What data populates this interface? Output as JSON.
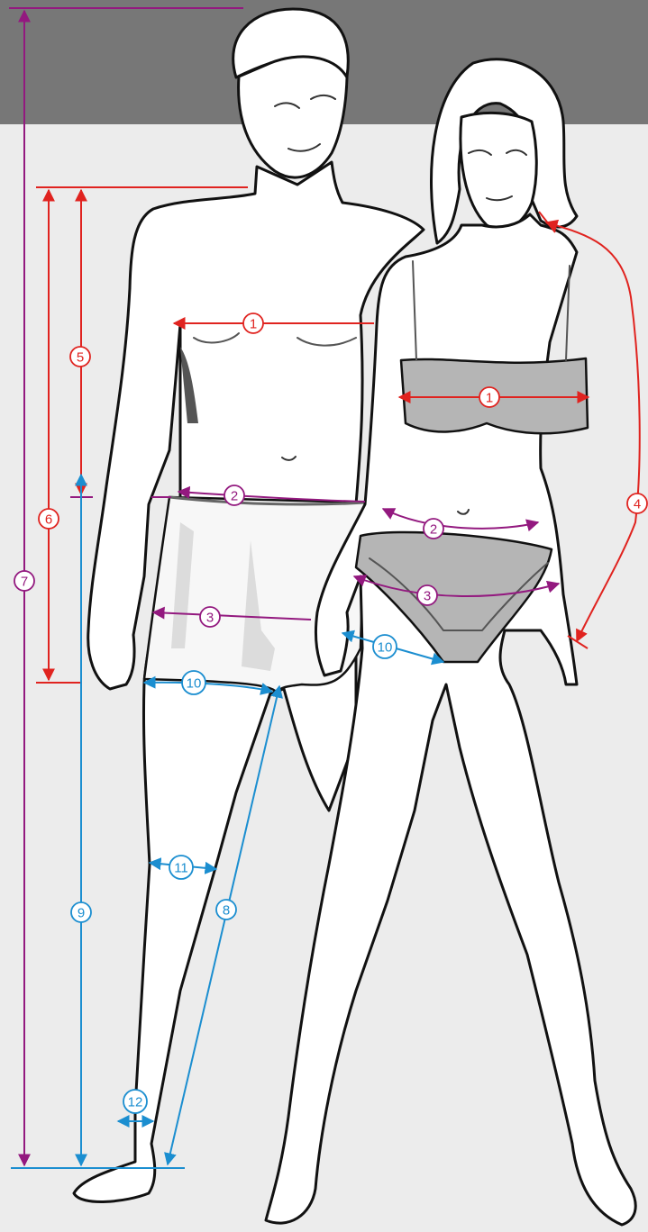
{
  "colors": {
    "background_top": "#777777",
    "background": "#ececec",
    "red": "#e0231f",
    "purple": "#93197f",
    "blue": "#1b8ed0",
    "skin": "#ffffff",
    "outline": "#111111",
    "bra": "#b5b5b5",
    "briefs": "#f7f7f7"
  },
  "figures": [
    "man",
    "woman"
  ],
  "measurement_labels": [
    {
      "id": "man-1",
      "text": "1",
      "color": "red"
    },
    {
      "id": "woman-1",
      "text": "1",
      "color": "red"
    },
    {
      "id": "man-2",
      "text": "2",
      "color": "purple"
    },
    {
      "id": "woman-2",
      "text": "2",
      "color": "purple"
    },
    {
      "id": "man-3",
      "text": "3",
      "color": "purple"
    },
    {
      "id": "woman-3",
      "text": "3",
      "color": "purple"
    },
    {
      "id": "woman-4",
      "text": "4",
      "color": "red"
    },
    {
      "id": "left-5",
      "text": "5",
      "color": "red"
    },
    {
      "id": "left-6",
      "text": "6",
      "color": "red"
    },
    {
      "id": "left-7",
      "text": "7",
      "color": "purple"
    },
    {
      "id": "man-8",
      "text": "8",
      "color": "blue"
    },
    {
      "id": "left-9",
      "text": "9",
      "color": "blue"
    },
    {
      "id": "man-10",
      "text": "10",
      "color": "blue"
    },
    {
      "id": "woman-10",
      "text": "10",
      "color": "blue"
    },
    {
      "id": "man-11",
      "text": "11",
      "color": "blue"
    },
    {
      "id": "man-12",
      "text": "12",
      "color": "blue"
    }
  ]
}
